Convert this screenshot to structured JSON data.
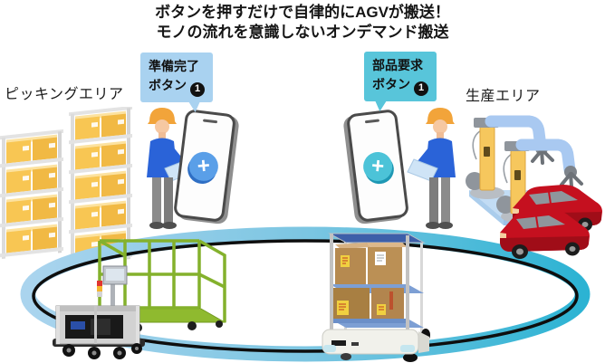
{
  "title": {
    "line1": "ボタンを押すだけで自律的にAGVが搬送！",
    "line2": "モノの流れを意識しないオンデマンド搬送"
  },
  "areas": {
    "picking_label": "ピッキングエリア",
    "production_label": "生産エリア"
  },
  "callouts": {
    "ready": {
      "line1": "準備完了",
      "line2": "ボタン",
      "badge": "1"
    },
    "request": {
      "line1": "部品要求",
      "line2": "ボタン",
      "badge": "1"
    }
  },
  "icons": {
    "plus": "+"
  },
  "colors": {
    "callout_ready_bg": "#a9d2f0",
    "callout_request_bg": "#58c5da",
    "badge_bg": "#111111",
    "track_gradient_left": "#aad4ee",
    "track_gradient_right": "#2cb3d3",
    "track_guide_line": "#0e0e0e",
    "phone_button_left": "#5a9fe8",
    "phone_button_right": "#4cc3d8",
    "cage_green": "#8fba2f",
    "car_red": "#c5101f",
    "picking_box_yellow": "#f8c653",
    "cardboard_box_brown": "#b2854e",
    "helmet_yellow": "#f2a43a",
    "worker_shirt_blue": "#2a63d8"
  }
}
